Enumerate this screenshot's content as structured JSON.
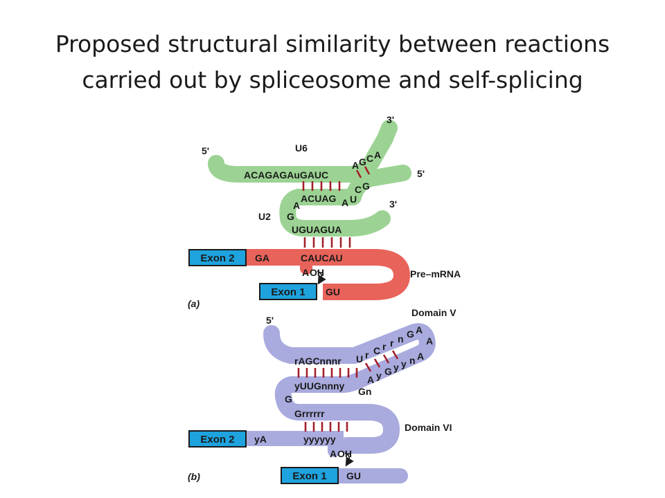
{
  "title": {
    "line1": "Proposed structural similarity between reactions",
    "line2": "carried out by spliceosome and self-splicing"
  },
  "colors": {
    "snrna_green": "#9cd394",
    "premrna_red": "#e8635a",
    "intron_lavender": "#a9abde",
    "exon_blue": "#1ea3de",
    "pairing_bar": "#a3202a"
  },
  "panel_a": {
    "label": "(a)",
    "u6": "U6",
    "u6_five": "5'",
    "u6_three": "3'",
    "u6_seq": "ACAGAGAuGAUC",
    "u6_seq_tail": [
      "A",
      "G",
      "C",
      "A"
    ],
    "u2": "U2",
    "u2_five": "5'",
    "u2_three": "3'",
    "u2_upper": "ACUAG",
    "u2_upper_tail": [
      "A",
      "U",
      "C",
      "G"
    ],
    "u2_left_a": "A",
    "u2_left_g": "G",
    "u2_lower": "UGUAGUA",
    "exon2": "Exon 2",
    "exon1": "Exon 1",
    "ga": "GA",
    "branch_seq": "CAUCAU",
    "branch_a": "A",
    "oh": "OH",
    "gu": "GU",
    "premrna": "Pre–mRNA"
  },
  "panel_b": {
    "label": "(b)",
    "five": "5'",
    "domain_v": "Domain V",
    "domain_vi": "Domain VI",
    "upper_seq": "rAGCnnnr",
    "upper_diag": [
      "U",
      "r",
      "C",
      "r",
      "r",
      "n",
      "G",
      "A"
    ],
    "loop_a": "A",
    "lower_diag": [
      "A",
      "n",
      "y",
      "y",
      "G",
      "y",
      "A"
    ],
    "gn": "Gn",
    "yuug": "yUUGnnny",
    "g": "G",
    "grr": "Grrrrrr",
    "exon2": "Exon 2",
    "ya": "yA",
    "yyy": "yyyyyy",
    "branch_a": "A",
    "oh": "OH",
    "exon1": "Exon 1",
    "gu": "GU"
  }
}
